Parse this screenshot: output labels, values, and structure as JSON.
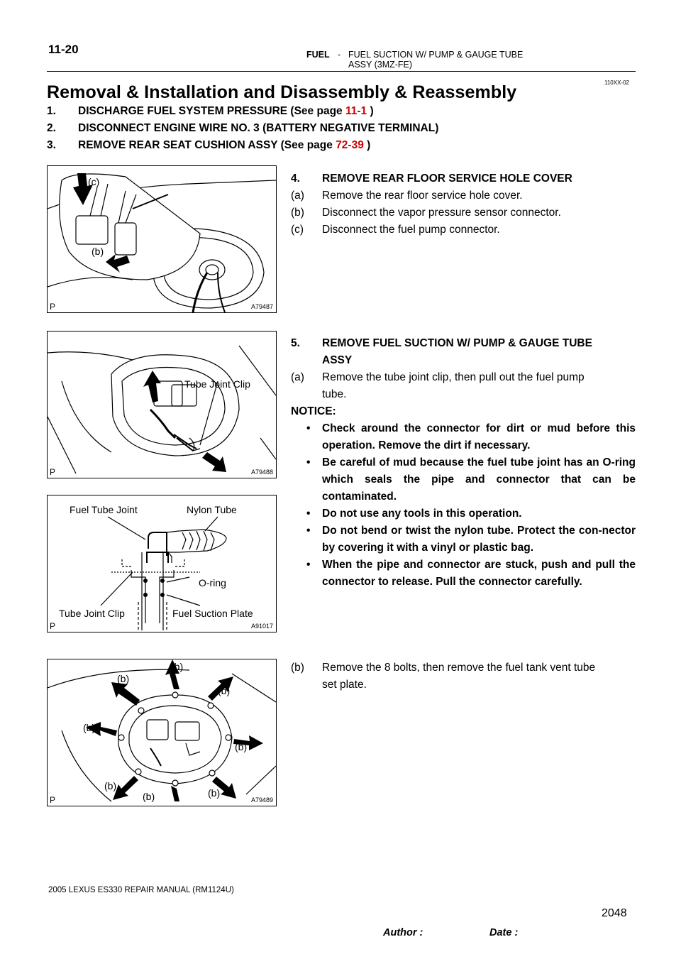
{
  "header": {
    "page_no": "11-20",
    "section": "FUEL",
    "dash": "-",
    "title_line1": "FUEL SUCTION W/ PUMP & GAUGE TUBE",
    "title_line2": "ASSY (3MZ-FE)",
    "doc_code": "110XX-02"
  },
  "main_title": "Removal & Installation and Disassembly & Reassembly",
  "steps_top": [
    {
      "num": "1.",
      "text": "DISCHARGE FUEL SYSTEM PRESSURE (See page ",
      "link": "11-1",
      "end": " )"
    },
    {
      "num": "2.",
      "text": "DISCONNECT ENGINE WIRE NO. 3 (BATTERY NEGATIVE TERMINAL)",
      "link": "",
      "end": ""
    },
    {
      "num": "3.",
      "text": "REMOVE REAR SEAT CUSHION ASSY (See page ",
      "link": "72-39",
      "end": " )"
    }
  ],
  "step4": {
    "heading_num": "4.",
    "heading": "REMOVE REAR FLOOR SERVICE HOLE COVER",
    "a_num": "(a)",
    "a": "Remove the rear floor service hole cover.",
    "b_num": "(b)",
    "b": "Disconnect the vapor pressure sensor connector.",
    "c_num": "(c)",
    "c": "Disconnect the fuel pump connector."
  },
  "step5": {
    "heading_num": "5.",
    "heading_line1": "REMOVE FUEL SUCTION W/ PUMP & GAUGE TUBE",
    "heading_line2": "ASSY",
    "a_num": "(a)",
    "a_line1": "Remove the tube joint clip, then pull out the fuel pump",
    "a_line2": "tube.",
    "notice": "NOTICE:",
    "bullet_glyph": "•",
    "bullets": [
      "Check around the connector for dirt or mud before this operation. Remove the dirt if necessary.",
      "Be careful of mud because the fuel tube joint has an O-ring  which seals the pipe and connector that can be contaminated.",
      "Do not use any tools in this operation.",
      "Do not bend or twist the nylon tube. Protect the con-nector by covering it with a vinyl or plastic bag.",
      "When the pipe and connector are stuck, push and pull the connector to release. Pull the connector carefully."
    ],
    "b_num": "(b)",
    "b_line1": "Remove the 8 bolts, then remove the fuel tank vent tube",
    "b_line2": "set plate."
  },
  "figures": {
    "fig1": {
      "code": "A79487",
      "p": "P",
      "label_c": "(c)",
      "label_b": "(b)"
    },
    "fig2": {
      "code": "A79488",
      "p": "P",
      "label": "Tube Joint Clip"
    },
    "fig3": {
      "code": "A91017",
      "p": "P",
      "fuel_tube_joint": "Fuel Tube Joint",
      "nylon_tube": "Nylon Tube",
      "o_ring": "O-ring",
      "tube_joint_clip": "Tube Joint Clip",
      "fuel_suction_plate": "Fuel Suction Plate"
    },
    "fig4": {
      "code": "A79489",
      "p": "P",
      "label_b": "(b)"
    }
  },
  "footer": {
    "manual": "2005 LEXUS ES330 REPAIR MANUAL   (RM1124U)",
    "author": "Author :",
    "date": "Date :",
    "page": "2048"
  }
}
